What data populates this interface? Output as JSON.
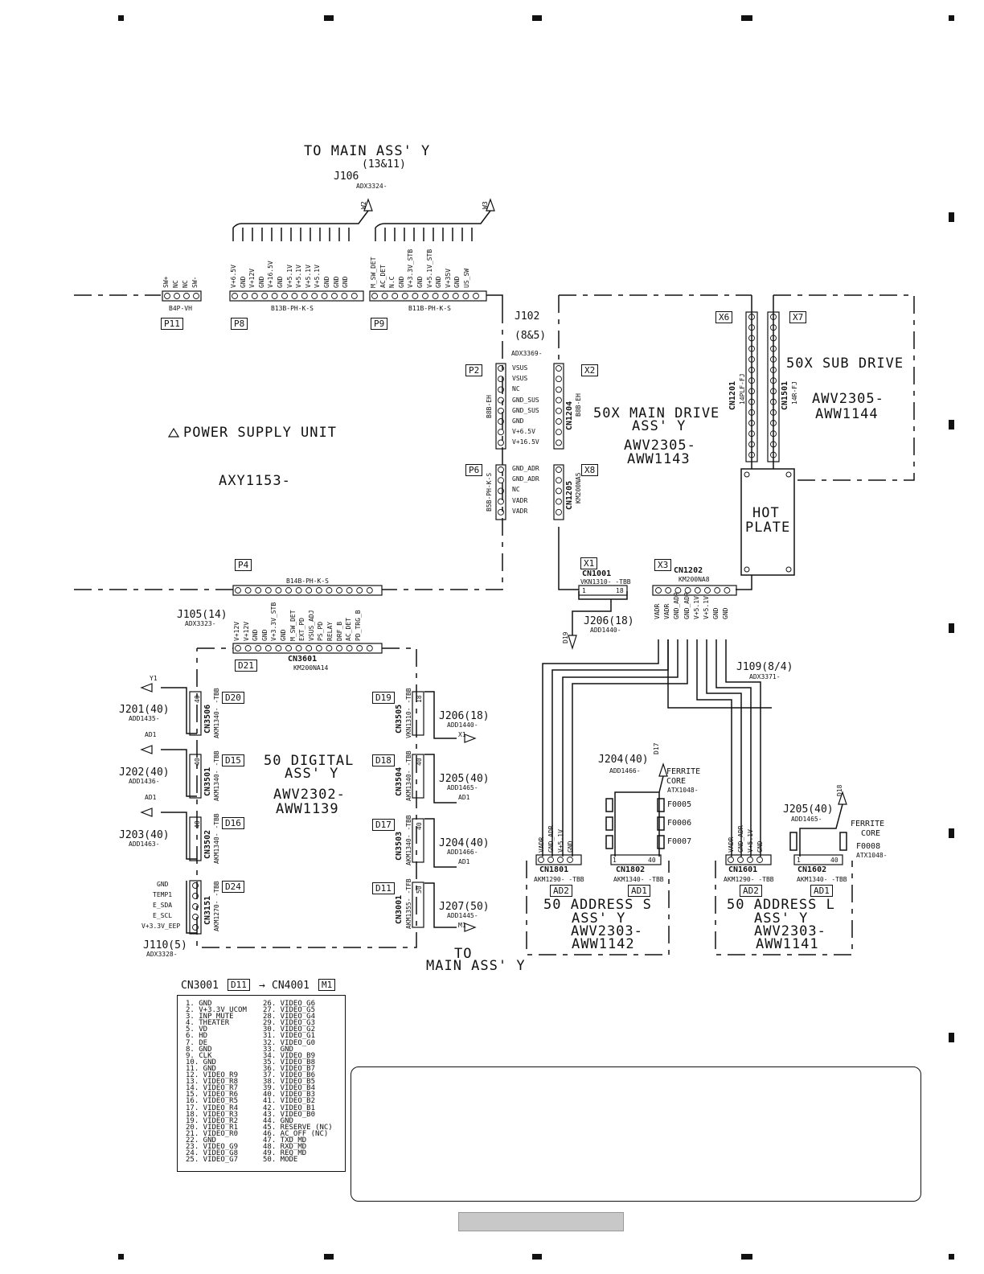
{
  "title": {
    "to_main_top": "TO MAIN ASS' Y",
    "to_main_top_sub": "(13&11)",
    "to_main_bottom": "TO",
    "to_main_bottom2": "MAIN ASS' Y"
  },
  "j106": {
    "ref": "J106",
    "part": "ADX3324-",
    "w2": "W2",
    "w3": "W3"
  },
  "psu": {
    "warning_icon": "warning-triangle-icon",
    "name": "POWER SUPPLY UNIT",
    "part": "AXY1153-"
  },
  "p11": {
    "label": "P11",
    "part": "B4P-VH",
    "pins": [
      "SW+",
      "NC",
      "NC",
      "SW-"
    ]
  },
  "p8": {
    "label": "P8",
    "part": "B13B-PH-K-S",
    "pins": [
      "V+6.5V",
      "GND",
      "V+12V",
      "GND",
      "V+16.5V",
      "GND",
      "V+5.1V",
      "V+5.1V",
      "V+5.1V",
      "V+5.1V",
      "GND",
      "GND",
      "GND"
    ]
  },
  "p9": {
    "label": "P9",
    "part": "B11B-PH-K-S",
    "pins": [
      "M_SW_DET",
      "AC_DET",
      "N.C",
      "GND",
      "V+3.3V_STB",
      "GND",
      "V+5.1V_STB",
      "GND",
      "V+35V",
      "GND",
      "US_SW"
    ]
  },
  "j102": {
    "ref": "J102",
    "sub": "(8&5)",
    "part": "ADX3369-"
  },
  "p2": {
    "label": "P2",
    "part": "B8B-EH",
    "pins": [
      "VSUS",
      "VSUS",
      "NC",
      "GND_SUS",
      "GND_SUS",
      "GND",
      "V+6.5V",
      "V+16.5V"
    ]
  },
  "p6": {
    "label": "P6",
    "part": "B5B-PH-K-S",
    "pins": [
      "GND_ADR",
      "GND_ADR",
      "NC",
      "VADR",
      "VADR"
    ]
  },
  "cn1204": {
    "ref": "CN1204",
    "part": "B8B-EH",
    "x": "X2"
  },
  "cn1205": {
    "ref": "CN1205",
    "part": "KM200NA5",
    "x": "X8"
  },
  "main_drive": {
    "name1": "50X MAIN DRIVE",
    "name2": "ASS' Y",
    "part1": "AWV2305-",
    "part2": "AWW1143"
  },
  "sub_drive": {
    "name": "50X SUB DRIVE",
    "part1": "AWV2305-",
    "part2": "AWW1144",
    "x6": "X6",
    "x7": "X7",
    "cn1201": "CN1201",
    "cn1201_part": "14PLF-FJ",
    "cn1501": "CN1501",
    "cn1501_part": "14R-FJ"
  },
  "hot_plate": {
    "line1": "HOT",
    "line2": "PLATE"
  },
  "p4": {
    "label": "P4",
    "part": "B14B-PH-K-S"
  },
  "j105": {
    "ref": "J105(14)",
    "part": "ADX3323-",
    "pins": [
      "V+12V",
      "V+12V",
      "GND",
      "GND",
      "V+3.3V_STB",
      "GND",
      "M_SW_DET",
      "EXT_PD",
      "VSUS_ADJ",
      "PS_PD",
      "RELAY",
      "DRF_B",
      "AC_DET",
      "PD_TRG_B"
    ]
  },
  "cn1001": {
    "x": "X1",
    "ref": "CN1001",
    "part": "VKN1310- -TBB",
    "p1": "1",
    "p18": "18"
  },
  "j206a": {
    "ref": "J206(18)",
    "part": "ADD1440-",
    "d": "D19"
  },
  "cn1202": {
    "x": "X3",
    "ref": "CN1202",
    "part": "KM200NA8",
    "pins": [
      "VADR",
      "VADR",
      "GND_ADR",
      "GND_ADR",
      "V+5.1V",
      "V+5.1V",
      "GND",
      "GND"
    ]
  },
  "j109": {
    "ref": "J109(8/4)",
    "part": "ADX3371-"
  },
  "cn3601": {
    "ref": "CN3601",
    "part": "KM200NA14",
    "d": "D21"
  },
  "digital": {
    "name1": "50 DIGITAL",
    "name2": "ASS' Y",
    "part1": "AWV2302-",
    "part2": "AWW1139"
  },
  "left_conns": [
    {
      "cn": "CN3506",
      "part": "AKM1340- -TBB",
      "d": "D20",
      "j": "J201(40)",
      "jpart": "ADD1435-",
      "to": "Y1",
      "sub": "AD1",
      "n": "40"
    },
    {
      "cn": "CN3501",
      "part": "AKM1340- -TBB",
      "d": "D15",
      "j": "J202(40)",
      "jpart": "ADD1436-",
      "to": "",
      "sub": "AD1",
      "n": "40"
    },
    {
      "cn": "CN3502",
      "part": "AKM1340- -TBB",
      "d": "D16",
      "j": "J203(40)",
      "jpart": "ADD1463-",
      "to": "",
      "sub": "",
      "n": "40"
    }
  ],
  "cn3151": {
    "ref": "CN3151",
    "part": "AKM1270- -TBB",
    "d": "D24",
    "pins": [
      "GND",
      "TEMP1",
      "E_SDA",
      "E_SCL",
      "V+3.3V_EEP"
    ],
    "j": "J110(5)",
    "jpart": "ADX3328-"
  },
  "right_conns": [
    {
      "cn": "CN3505",
      "part": "VKN1310- -TBB",
      "d": "D19",
      "j": "J206(18)",
      "jpart": "ADD1440-",
      "to": "X1",
      "n": "18"
    },
    {
      "cn": "CN3504",
      "part": "AKM1340- -TBB",
      "d": "D18",
      "j": "J205(40)",
      "jpart": "ADD1465-",
      "to": "AD1",
      "n": "40"
    },
    {
      "cn": "CN3503",
      "part": "AKM1340- -TBB",
      "d": "D17",
      "j": "J204(40)",
      "jpart": "ADD1466-",
      "to": "AD1",
      "n": "40"
    },
    {
      "cn": "CN3001",
      "part": "AKM1355- -TFB",
      "d": "D11",
      "j": "J207(50)",
      "jpart": "ADD1445-",
      "to": "M1",
      "n": "50"
    }
  ],
  "addr_s": {
    "name1": "50 ADDRESS S",
    "name2": "ASS' Y",
    "part1": "AWV2303-",
    "part2": "AWW1142",
    "cn1801": "CN1801",
    "cn1801_part": "AKM1290- -TBB",
    "cn1802": "CN1802",
    "cn1802_part": "AKM1340- -TBB",
    "ad2": "AD2",
    "ad1": "AD1",
    "pins": [
      "VADR",
      "GND_ADR",
      "V+5.1V",
      "GND"
    ],
    "j": "J204(40)",
    "jpart": "ADD1466-",
    "d": "D17",
    "ferrite": "FERRITE",
    "core": "CORE",
    "fpart": "ATX1048-",
    "f1": "F0005",
    "f2": "F0006",
    "f3": "F0007",
    "p1": "1",
    "p40": "40"
  },
  "addr_l": {
    "name1": "50 ADDRESS L",
    "name2": "ASS' Y",
    "part1": "AWV2303-",
    "part2": "AWW1141",
    "cn1601": "CN1601",
    "cn1601_part": "AKM1290- -TBB",
    "cn1602": "CN1602",
    "cn1602_part": "AKM1340- -TBB",
    "ad2": "AD2",
    "ad1": "AD1",
    "pins": [
      "VADR",
      "GND_ADR",
      "V+5.1V",
      "GND"
    ],
    "j": "J205(40)",
    "jpart": "ADD1465-",
    "d": "D18",
    "ferrite": "FERRITE",
    "core": "CORE",
    "f1": "F0008",
    "fpart": "ATX1048-",
    "p1": "1",
    "p40": "40"
  },
  "legend": {
    "left": "CN3001",
    "d": "D11",
    "arrow": "→",
    "right": "CN4001",
    "m": "M1",
    "col1": [
      "1. GND",
      "2. V+3.3V_UCOM",
      "3. INP_MUTE",
      "4. THEATER",
      "5. VD",
      "6. HD",
      "7. DE",
      "8. GND",
      "9. CLK",
      "10. GND",
      "11. GND",
      "12. VIDEO_R9",
      "13. VIDEO_R8",
      "14. VIDEO_R7",
      "15. VIDEO_R6",
      "16. VIDEO_R5",
      "17. VIDEO_R4",
      "18. VIDEO_R3",
      "19. VIDEO_R2",
      "20. VIDEO_R1",
      "21. VIDEO_R0",
      "22. GND",
      "23. VIDEO_G9",
      "24. VIDEO_G8",
      "25. VIDEO_G7"
    ],
    "col2": [
      "26. VIDEO_G6",
      "27. VIDEO_G5",
      "28. VIDEO_G4",
      "29. VIDEO_G3",
      "30. VIDEO_G2",
      "31. VIDEO_G1",
      "32. VIDEO_G0",
      "33. GND",
      "34. VIDEO_B9",
      "35. VIDEO_B8",
      "36. VIDEO_B7",
      "37. VIDEO_B6",
      "38. VIDEO_B5",
      "39. VIDEO_B4",
      "40. VIDEO_B3",
      "41. VIDEO_B2",
      "42. VIDEO_B1",
      "43. VIDEO_B0",
      "44. GND",
      "45. RESERVE (NC)",
      "46. AC_OFF (NC)",
      "47. TXD_MD",
      "48. RXD_MD",
      "49. REQ_MD",
      "50. MODE"
    ]
  }
}
